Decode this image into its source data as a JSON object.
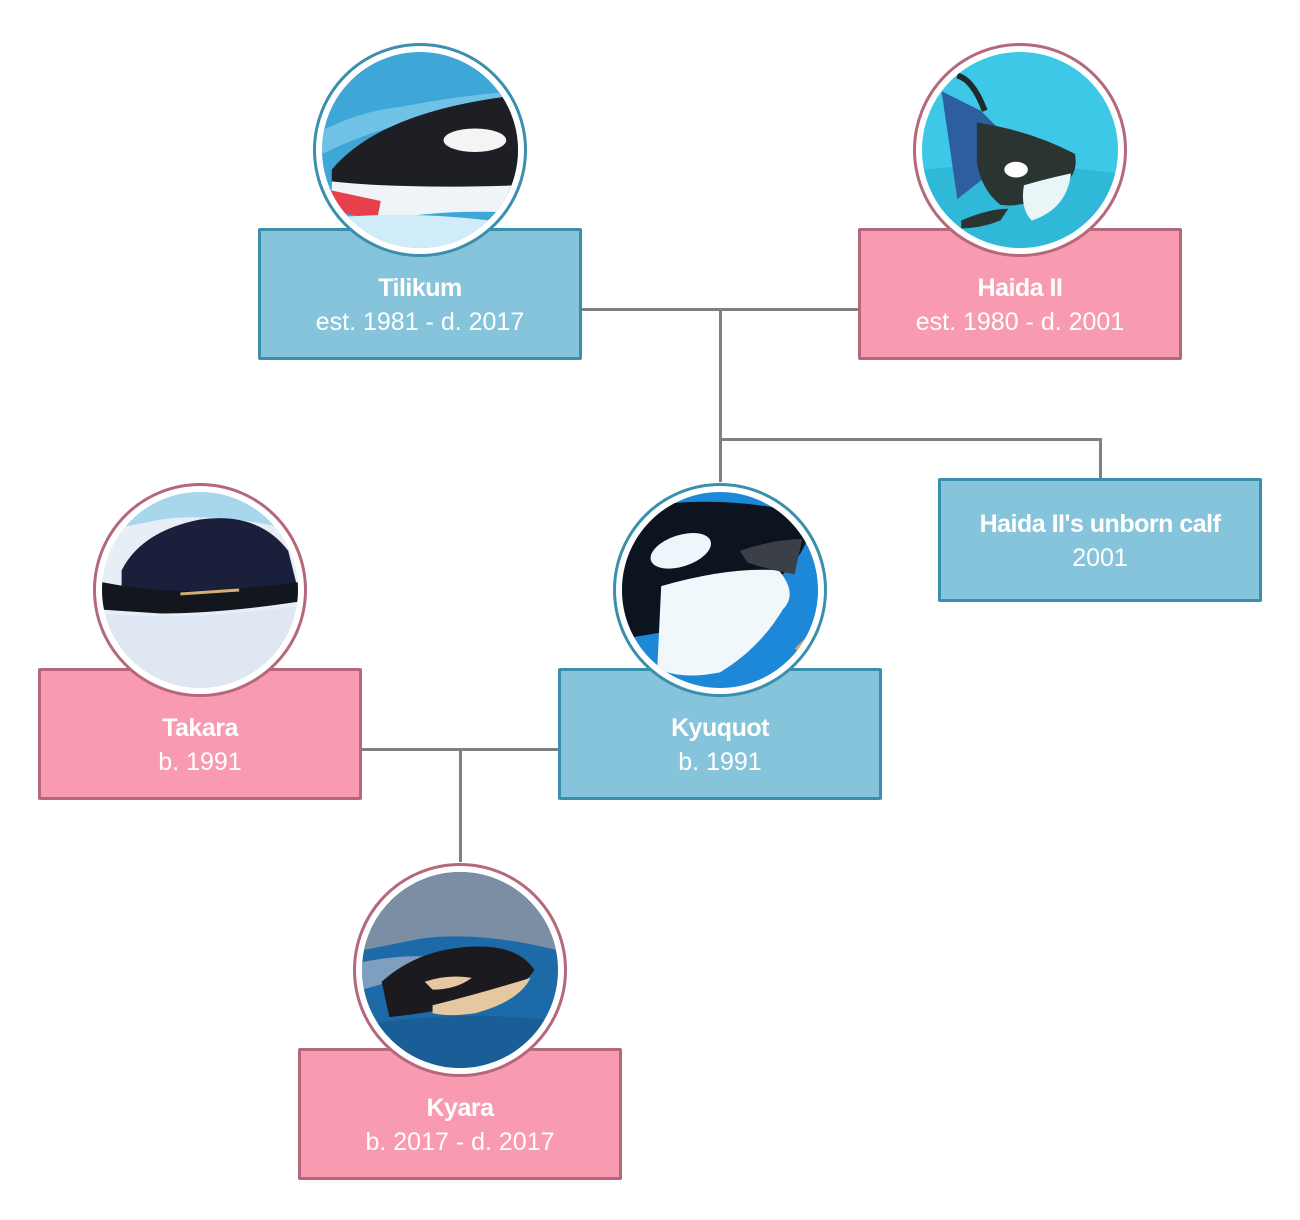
{
  "title": "Orca family tree",
  "colors": {
    "male_fill": "#86c4dc",
    "male_border": "#3a8fad",
    "female_fill": "#f89ab0",
    "female_border": "#b5677c",
    "connector": "#808080",
    "text": "#ffffff"
  },
  "nodes": [
    {
      "id": "tilikum",
      "name": "Tilikum",
      "dates": "est. 1981 - d. 2017",
      "sex": "male",
      "photo": "orca-photo-tilikum"
    },
    {
      "id": "haida-ii",
      "name": "Haida II",
      "dates": "est. 1980 - d. 2001",
      "sex": "female",
      "photo": "orca-photo-haida-ii"
    },
    {
      "id": "unborn-calf",
      "name": "Haida II's unborn calf",
      "dates": "2001",
      "sex": "male",
      "photo": null
    },
    {
      "id": "takara",
      "name": "Takara",
      "dates": "b. 1991",
      "sex": "female",
      "photo": "orca-photo-takara"
    },
    {
      "id": "kyuquot",
      "name": "Kyuquot",
      "dates": "b. 1991",
      "sex": "male",
      "photo": "orca-photo-kyuquot"
    },
    {
      "id": "kyara",
      "name": "Kyara",
      "dates": "b. 2017 - d. 2017",
      "sex": "female",
      "photo": "orca-photo-kyara"
    }
  ],
  "relationships": [
    {
      "type": "couple",
      "partners": [
        "tilikum",
        "haida-ii"
      ],
      "children": [
        "kyuquot",
        "unborn-calf"
      ]
    },
    {
      "type": "couple",
      "partners": [
        "takara",
        "kyuquot"
      ],
      "children": [
        "kyara"
      ]
    }
  ]
}
